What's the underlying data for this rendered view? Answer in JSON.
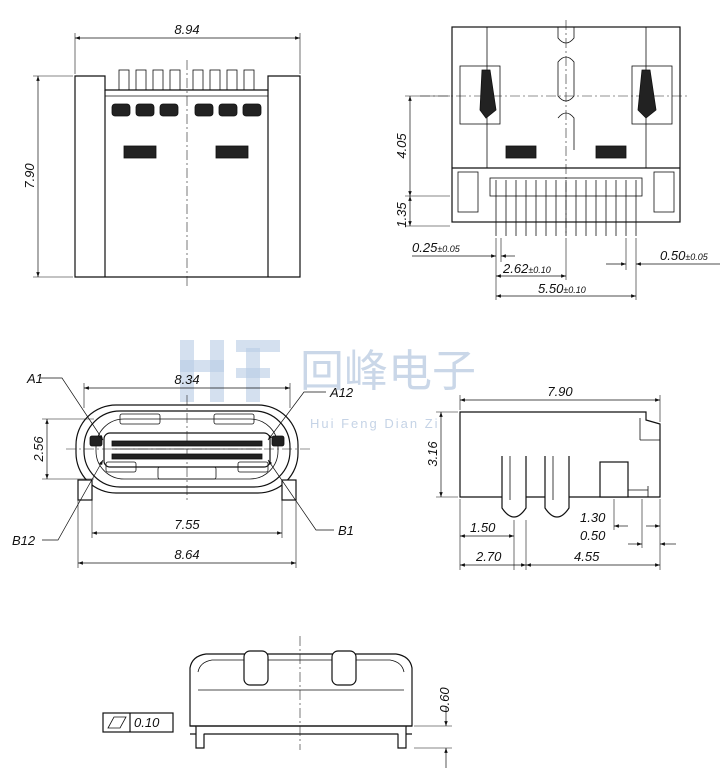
{
  "top_view": {
    "width_label": "8.94",
    "height_label": "7.90"
  },
  "rear_view": {
    "height_label_upper": "4.05",
    "height_label_lower": "1.35",
    "pin_width_main": "0.25",
    "pin_width_tol": "±0.05",
    "pitch_main": "0.50",
    "pitch_tol": "±0.05",
    "inner_span_main": "2.62",
    "inner_span_tol": "±0.10",
    "outer_span_main": "5.50",
    "outer_span_tol": "±0.10"
  },
  "front_view": {
    "shell_width_label": "8.34",
    "shell_height_label": "2.56",
    "inner_width_label": "7.55",
    "overall_width_label": "8.64",
    "pin_a1": "A1",
    "pin_a12": "A12",
    "pin_b12": "B12",
    "pin_b1": "B1"
  },
  "side_view": {
    "length_label": "7.90",
    "height_label": "3.16",
    "dim_1_50": "1.50",
    "dim_1_30": "1.30",
    "dim_0_50": "0.50",
    "dim_2_70": "2.70",
    "dim_4_55": "4.55"
  },
  "bottom_view": {
    "height_label": "0.60",
    "flatness_value": "0.10"
  },
  "watermark": {
    "logo_text": "hf",
    "name_cn": "回峰电子",
    "name_en": "Hui Feng Dian Zi"
  }
}
